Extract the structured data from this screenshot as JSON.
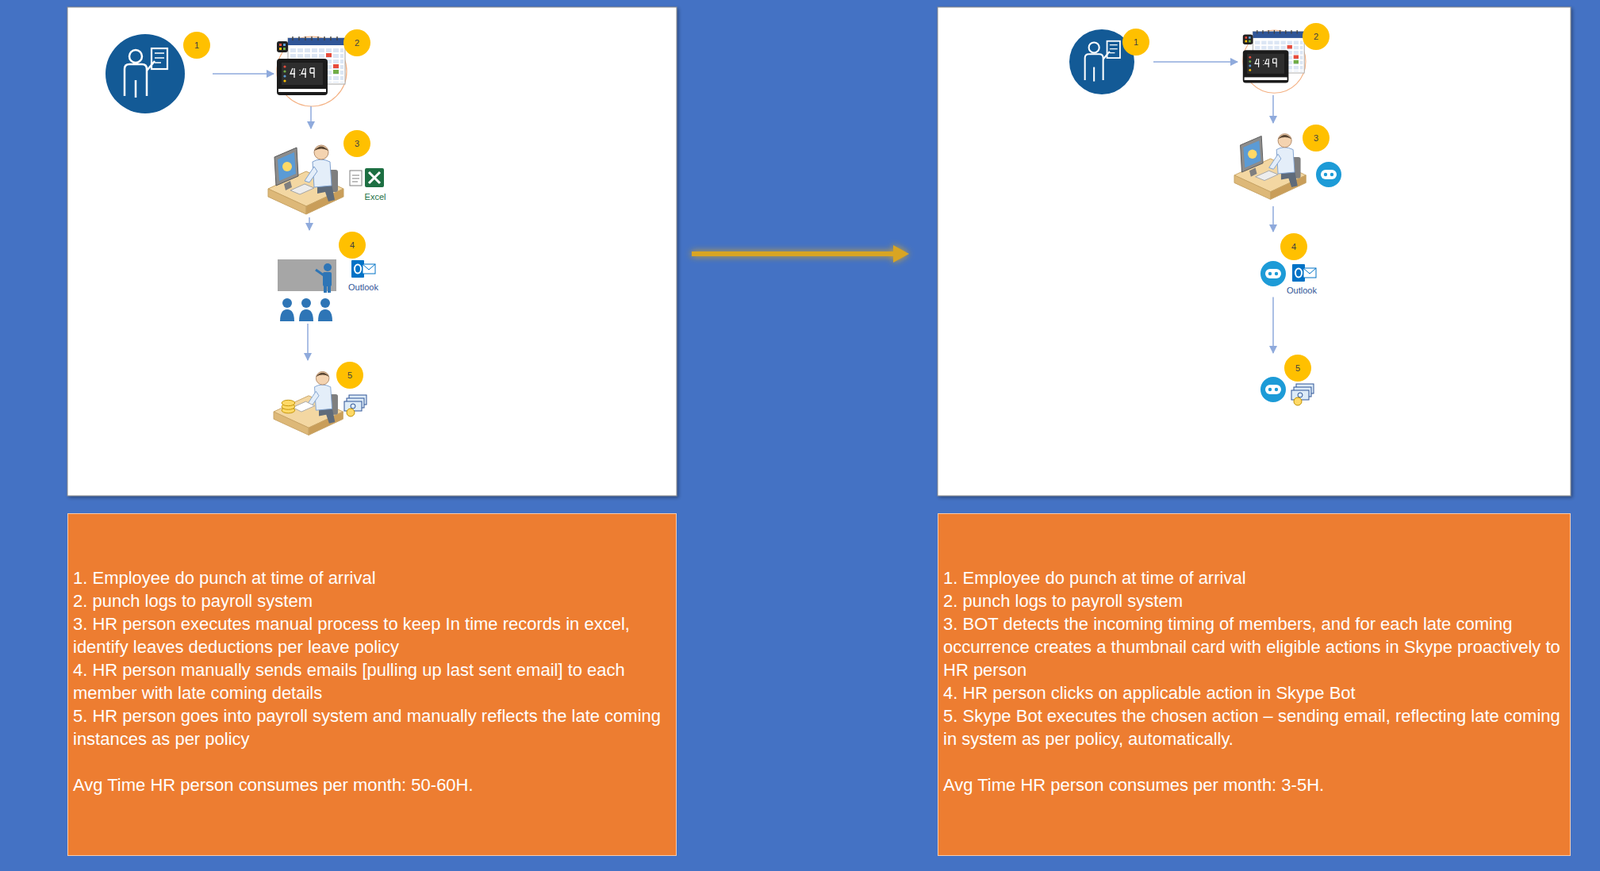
{
  "diagram": {
    "nodes": [
      {
        "text": [
          "1"
        ]
      },
      {
        "text": [
          "2"
        ]
      },
      {
        "text": [
          "3",
          "Excel"
        ]
      },
      {
        "text": [
          "4",
          "Outlook"
        ]
      },
      {
        "text": [
          "5"
        ]
      },
      {
        "text": [
          "1. Employee do punch at time of arrival",
          "2. punch logs to payroll system",
          "3. HR person executes manual process to keep In time records in excel, identify leaves deductions per leave policy",
          "4. HR person manually sends emails [pulling up last sent email] to each member with late coming details",
          "5. HR person goes into payroll system and manually reflects the late coming instances as per policy",
          "Avg Time HR person consumes per month: 50-60H."
        ]
      },
      {
        "text": [
          "1"
        ]
      },
      {
        "text": [
          "2"
        ]
      },
      {
        "text": [
          "3"
        ]
      },
      {
        "text": [
          "4",
          "Outlook"
        ]
      },
      {
        "text": [
          "5"
        ]
      },
      {
        "text": [
          "1. Employee do punch at time of arrival",
          "2. punch logs to payroll system",
          "3. BOT detects the incoming timing of members, and for each late coming occurrence creates a thumbnail card with eligible actions in Skype proactively to HR person",
          "4. HR person clicks on applicable action in Skype Bot",
          "5. Skype Bot executes the chosen action – sending email, reflecting late coming in system as per policy, automatically.",
          "Avg Time HR person consumes per month: 3-5H."
        ]
      }
    ],
    "edges": [
      {
        "from": 0,
        "to": 1,
        "arrow": "to"
      },
      {
        "from": 1,
        "to": 2,
        "arrow": "to"
      },
      {
        "from": 2,
        "to": 3,
        "arrow": "to"
      },
      {
        "from": 3,
        "to": 4,
        "arrow": "to"
      },
      {
        "from": 6,
        "to": 7,
        "arrow": "to"
      },
      {
        "from": 7,
        "to": 8,
        "arrow": "to"
      },
      {
        "from": 8,
        "to": 9,
        "arrow": "to"
      },
      {
        "from": 9,
        "to": 10,
        "arrow": "to"
      }
    ]
  }
}
